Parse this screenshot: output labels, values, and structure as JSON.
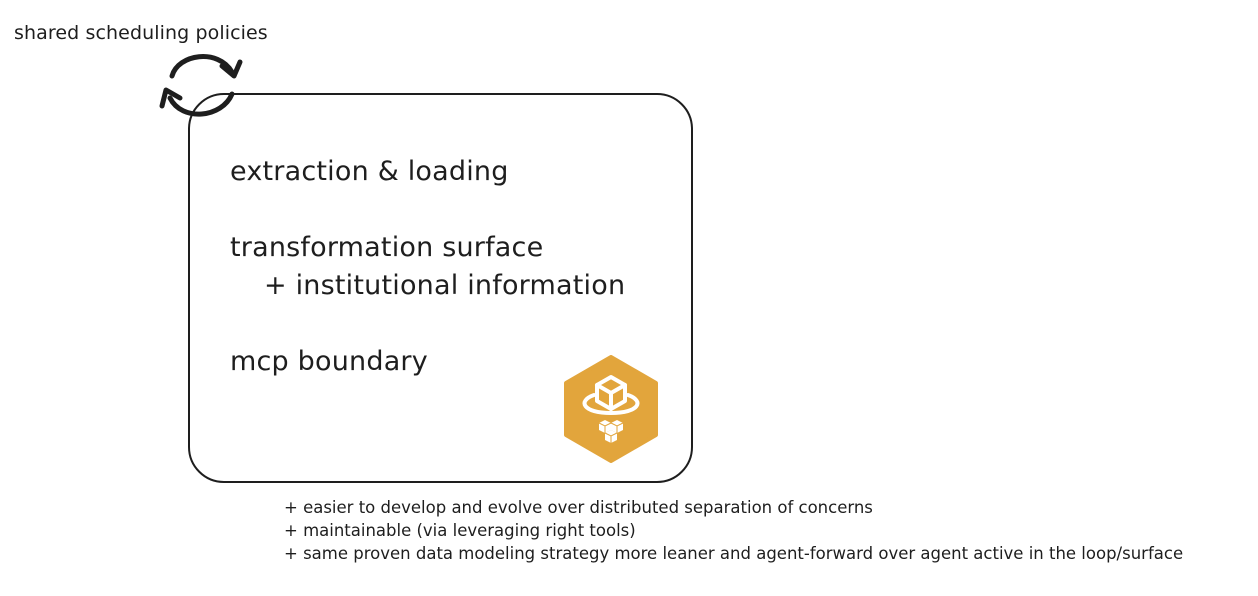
{
  "top_caption": "shared scheduling policies",
  "box": {
    "lines": [
      "extraction & loading",
      "transformation surface",
      "+ institutional information",
      "mcp boundary"
    ]
  },
  "notes": [
    "+ easier to develop and evolve over distributed separation of concerns",
    "+ maintainable (via leveraging right tools)",
    "+ same proven data modeling strategy more leaner and agent-forward over agent active in the loop/surface"
  ],
  "icons": {
    "cycle": "cycle-arrows-icon",
    "badge": "hexagon-cube-badge-icon"
  },
  "colors": {
    "stroke": "#1e1e1e",
    "badge_fill": "#e2a53c",
    "badge_icon": "#ffffff"
  }
}
